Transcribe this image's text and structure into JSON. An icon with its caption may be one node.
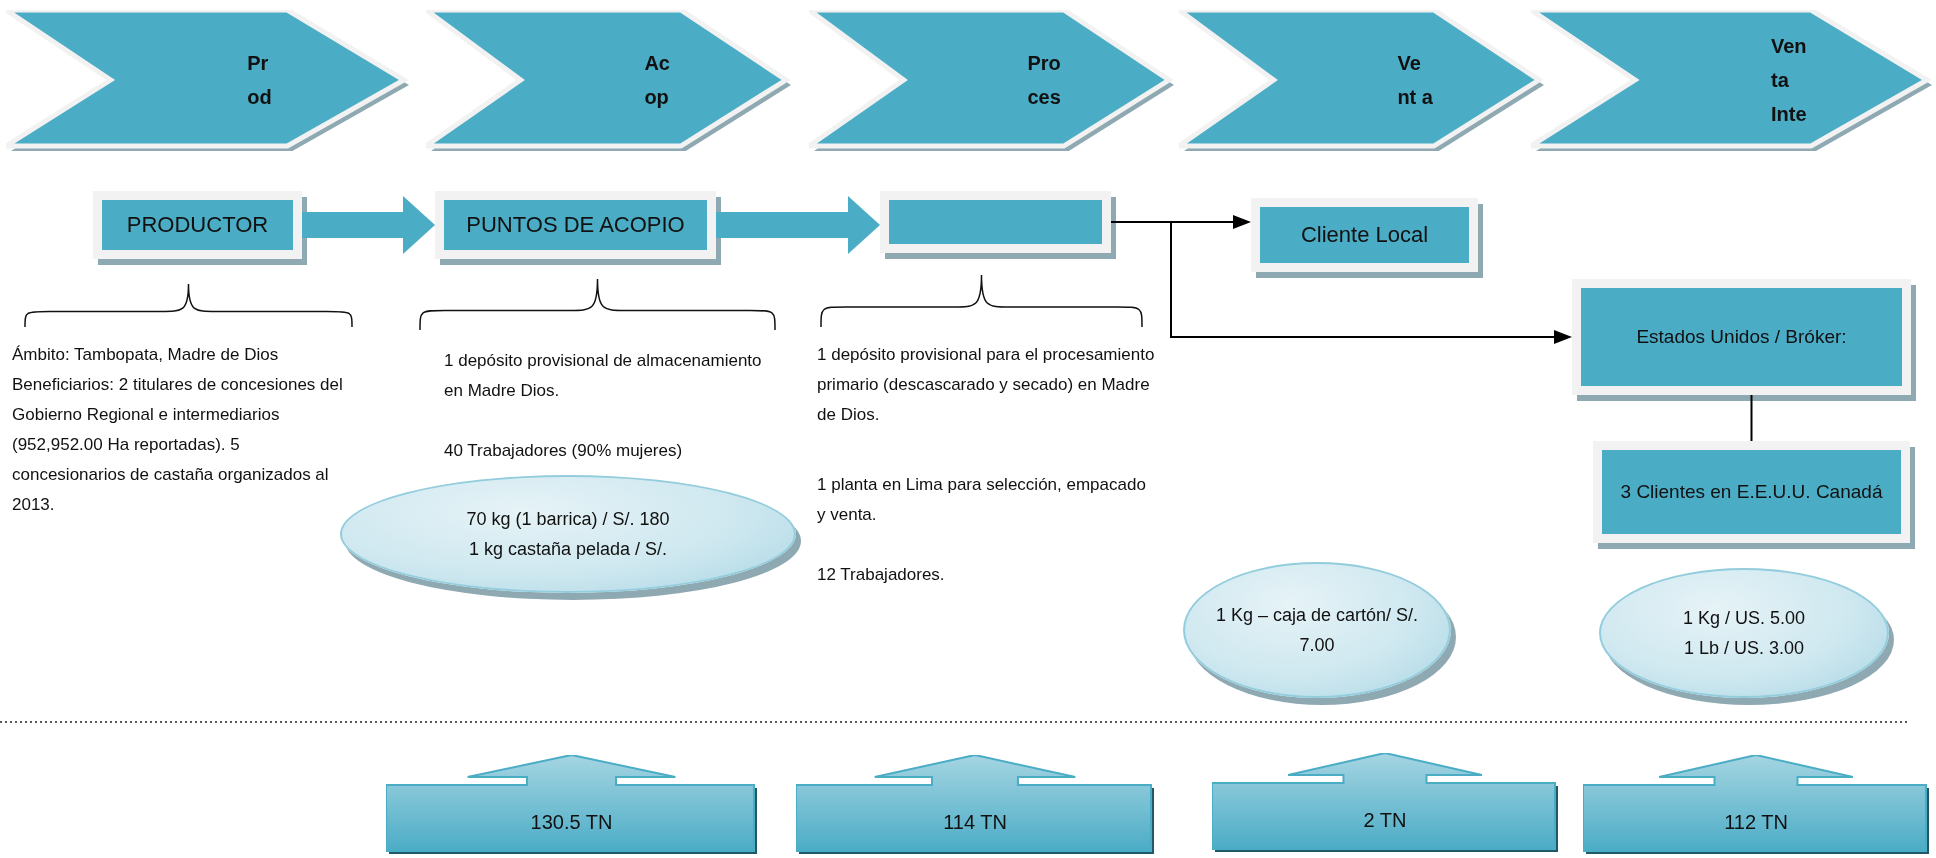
{
  "diagram": {
    "nodes": [
      {
        "text": [
          "Pr od"
        ]
      },
      {
        "text": [
          "Ac op"
        ]
      },
      {
        "text": [
          "Pro ces"
        ]
      },
      {
        "text": [
          "Ve nt a"
        ]
      },
      {
        "text": [
          "Ven ta Inte"
        ]
      },
      {
        "text": [
          "PRODUCTOR"
        ]
      },
      {
        "text": [
          "PUNTOS DE ACOPIO"
        ]
      },
      {
        "text": [],
        "shape": "box"
      },
      {
        "text": [
          "Cliente Local"
        ]
      },
      {
        "text": [
          "Estados Unidos / Bróker:"
        ]
      },
      {
        "text": [
          "3 Clientes en E.E.U.U. Canadá"
        ]
      },
      {
        "text": [
          "70 kg (1 barrica) / S/. 180",
          "1 kg castaña pelada / S/."
        ]
      },
      {
        "text": [
          "1 Kg – caja de cartón/ S/. 7.00"
        ]
      },
      {
        "text": [
          "1 Kg / US. 5.00",
          "1 Lb / US. 3.00"
        ]
      },
      {
        "text": [
          "130.5 TN"
        ]
      },
      {
        "text": [
          "114 TN"
        ]
      },
      {
        "text": [
          "2 TN"
        ]
      },
      {
        "text": [
          "112 TN"
        ]
      }
    ],
    "edges": [
      {
        "from": 5,
        "to": 6,
        "arrow": "to",
        "style": "thick",
        "color": "#4bacc6"
      },
      {
        "from": 6,
        "to": 7,
        "arrow": "to",
        "style": "thick",
        "color": "#4bacc6"
      },
      {
        "from": 7,
        "to": 8,
        "arrow": "to"
      },
      {
        "from": 7,
        "to": 9,
        "arrow": "to"
      },
      {
        "from": 9,
        "to": 10,
        "arrow": "none"
      }
    ],
    "labels": [
      "Ámbito: Tambopata, Madre de Dios",
      "Beneficiarios: 2 titulares de concesiones del Gobierno Regional e intermediarios (952,952.00 Ha reportadas). 5 concesionarios de castaña organizados al 2013.",
      "1 depósito provisional de almacenamiento en Madre Dios.",
      "40 Trabajadores (90% mujeres)",
      "1 depósito provisional para el procesamiento primario (descascarado y secado) en Madre de Dios.",
      "1 planta en Lima para selección, empacado y venta.",
      "12 Trabajadores."
    ]
  }
}
